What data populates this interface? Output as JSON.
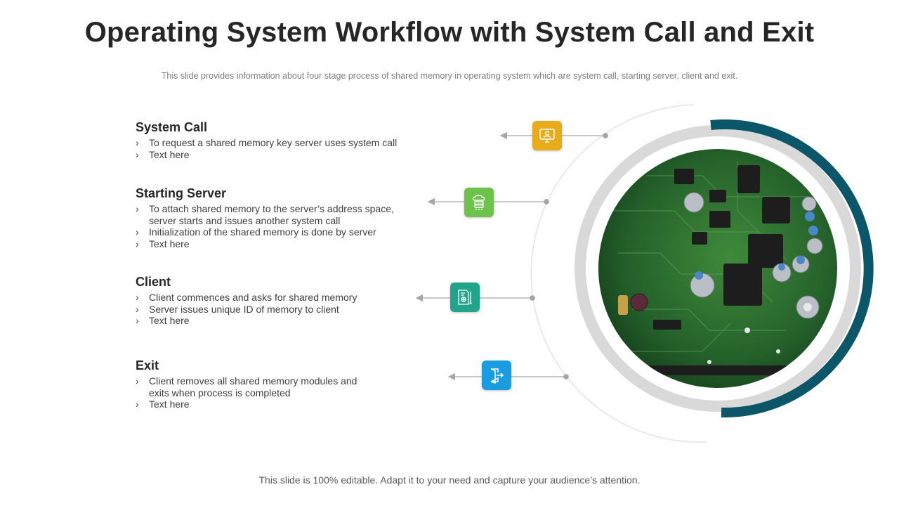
{
  "title": "Operating System Workflow with System Call and Exit",
  "subtitle": "This slide provides  information  about four stage process of shared memory in operating  system which are system call, starting server,  client and exit.",
  "sections": [
    {
      "heading": "System Call",
      "bullets": [
        "To request a shared memory key server uses system call",
        "Text here"
      ],
      "icon": "monitor-user-icon",
      "color": "#e8ac1a"
    },
    {
      "heading": "Starting Server",
      "bullets": [
        "To attach shared memory to the server’s address space, server starts and issues another system call",
        "Initialization of the shared memory is done by server",
        "Text here"
      ],
      "icon": "cloud-server-icon",
      "color": "#6cc24a"
    },
    {
      "heading": "Client",
      "bullets": [
        "Client commences and asks for shared memory",
        "Server issues unique ID  of memory to client",
        "Text here"
      ],
      "icon": "document-settings-icon",
      "color": "#20a58a"
    },
    {
      "heading": "Exit",
      "bullets": [
        "Client removes all shared memory modules and exits when process is completed",
        "Text here"
      ],
      "icon": "exit-door-icon",
      "color": "#1a9de0"
    }
  ],
  "footer": "This slide is 100% editable.  Adapt it to your need and capture your audience’s attention.",
  "colors": {
    "ring_outer": "#0b5669",
    "ring_inner": "#d9d9d9",
    "connector": "#a6a6a6"
  }
}
